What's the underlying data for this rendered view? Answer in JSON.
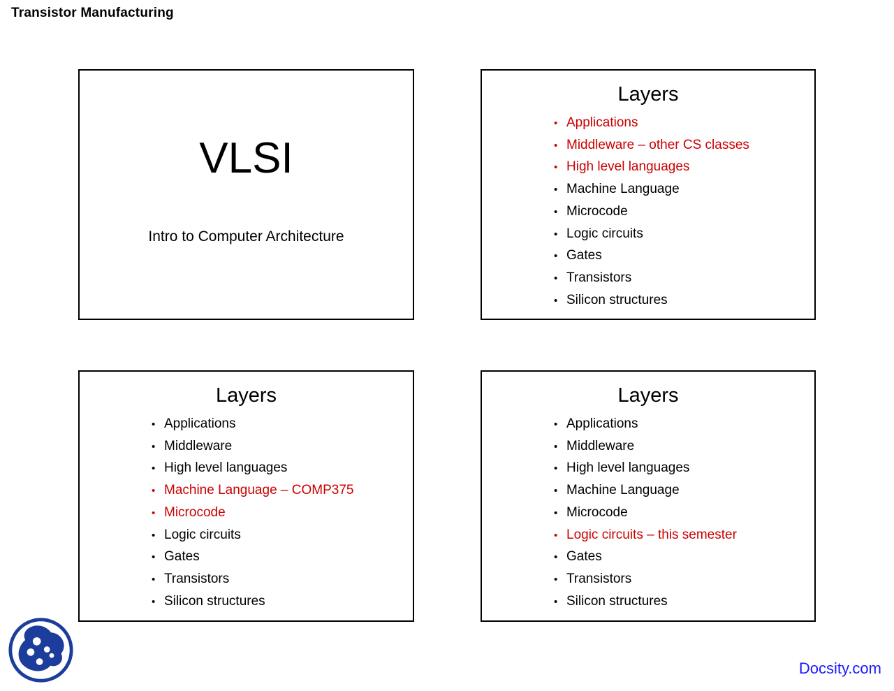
{
  "page": {
    "title": "Transistor Manufacturing",
    "watermark": "Docsity.com"
  },
  "colors": {
    "highlight_red": "#cc0000",
    "body_black": "#000000",
    "watermark_blue": "#1a1aff",
    "logo_blue": "#1c3d9c",
    "slide_border": "#000000"
  },
  "icons": {
    "logo": "docsity-paw-logo",
    "bullet": "•"
  },
  "slides": [
    {
      "id": "title-slide",
      "title": "VLSI",
      "subtitle": "Intro to Computer Architecture"
    },
    {
      "id": "layers-top",
      "title": "Layers",
      "bullets": [
        {
          "text": "Applications",
          "highlight": true
        },
        {
          "text": "Middleware – other CS classes",
          "highlight": true
        },
        {
          "text": "High level languages",
          "highlight": true
        },
        {
          "text": "Machine Language",
          "highlight": false
        },
        {
          "text": "Microcode",
          "highlight": false
        },
        {
          "text": "Logic circuits",
          "highlight": false
        },
        {
          "text": "Gates",
          "highlight": false
        },
        {
          "text": "Transistors",
          "highlight": false
        },
        {
          "text": "Silicon structures",
          "highlight": false
        }
      ]
    },
    {
      "id": "layers-bottom-left",
      "title": "Layers",
      "bullets": [
        {
          "text": "Applications",
          "highlight": false
        },
        {
          "text": "Middleware",
          "highlight": false
        },
        {
          "text": "High level languages",
          "highlight": false
        },
        {
          "text": "Machine Language – COMP375",
          "highlight": true
        },
        {
          "text": "Microcode",
          "highlight": true
        },
        {
          "text": "Logic circuits",
          "highlight": false
        },
        {
          "text": "Gates",
          "highlight": false
        },
        {
          "text": "Transistors",
          "highlight": false
        },
        {
          "text": "Silicon structures",
          "highlight": false
        }
      ]
    },
    {
      "id": "layers-bottom-right",
      "title": "Layers",
      "bullets": [
        {
          "text": "Applications",
          "highlight": false
        },
        {
          "text": "Middleware",
          "highlight": false
        },
        {
          "text": "High level languages",
          "highlight": false
        },
        {
          "text": "Machine Language",
          "highlight": false
        },
        {
          "text": "Microcode",
          "highlight": false
        },
        {
          "text": "Logic circuits – this semester",
          "highlight": true
        },
        {
          "text": "Gates",
          "highlight": false
        },
        {
          "text": "Transistors",
          "highlight": false
        },
        {
          "text": "Silicon structures",
          "highlight": false
        }
      ]
    }
  ]
}
